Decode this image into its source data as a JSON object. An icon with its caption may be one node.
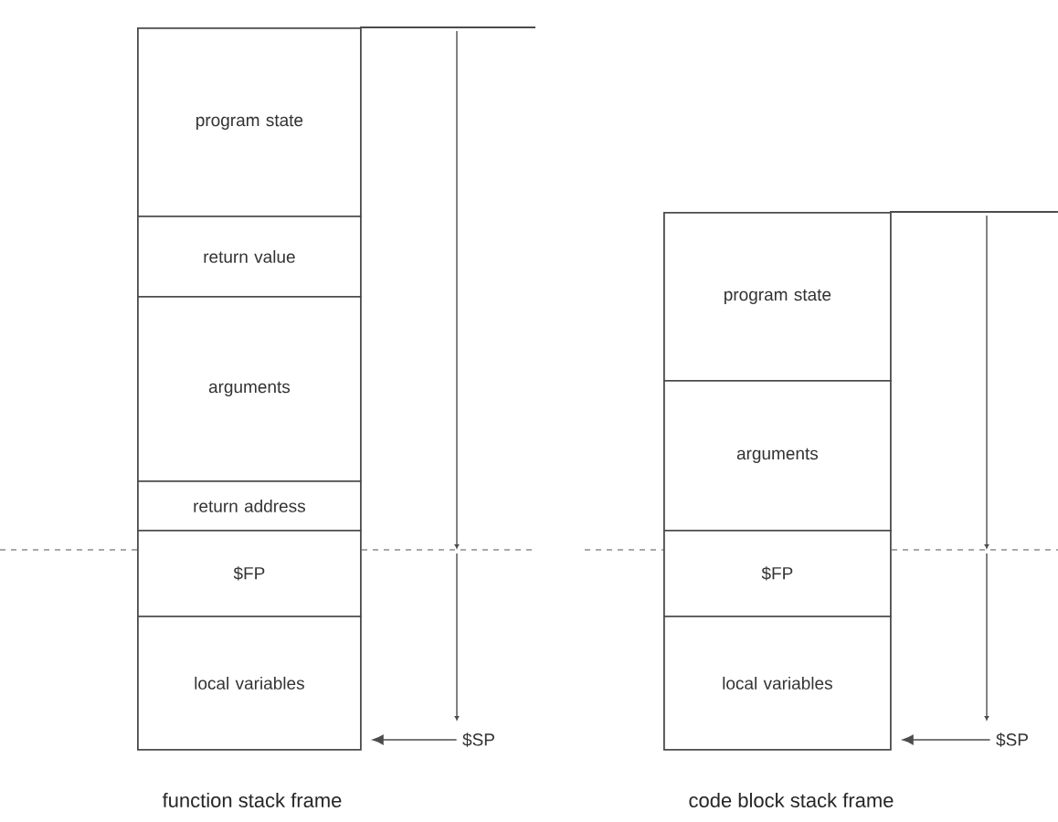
{
  "diagram": {
    "nodes": [
      {
        "text": [
          "program state"
        ]
      },
      {
        "text": [
          "return value"
        ]
      },
      {
        "text": [
          "arguments"
        ]
      },
      {
        "text": [
          "return address"
        ]
      },
      {
        "text": [
          "$FP"
        ]
      },
      {
        "text": [
          "local variables"
        ]
      },
      {
        "text": [
          "$SP"
        ]
      },
      {
        "text": [
          "program state"
        ]
      },
      {
        "text": [
          "arguments"
        ]
      },
      {
        "text": [
          "$FP"
        ]
      },
      {
        "text": [
          "local variables"
        ]
      },
      {
        "text": [
          "$SP"
        ]
      }
    ],
    "edges": [
      {
        "from": 6,
        "to": 5,
        "arrow": "to"
      },
      {
        "from": 11,
        "to": 10,
        "arrow": "to"
      }
    ],
    "labels": [
      "function stack frame",
      "code block stack frame"
    ]
  }
}
